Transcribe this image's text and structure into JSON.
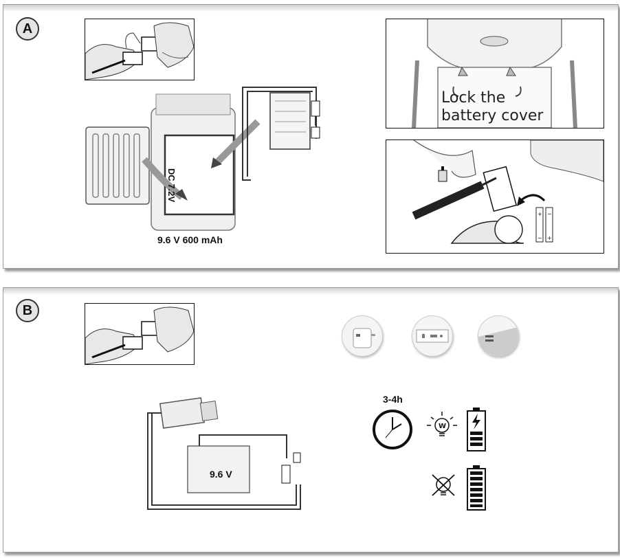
{
  "section_a": {
    "badge": "A",
    "battery_label": "9.6 V 600 mAh",
    "battery_text": "DC 7.2V",
    "caption_line1": "Lock the",
    "caption_line2": "battery cover"
  },
  "section_b": {
    "badge": "B",
    "battery_label": "9.6 V",
    "charge_time": "3-4h",
    "bulb_letter": "W"
  }
}
